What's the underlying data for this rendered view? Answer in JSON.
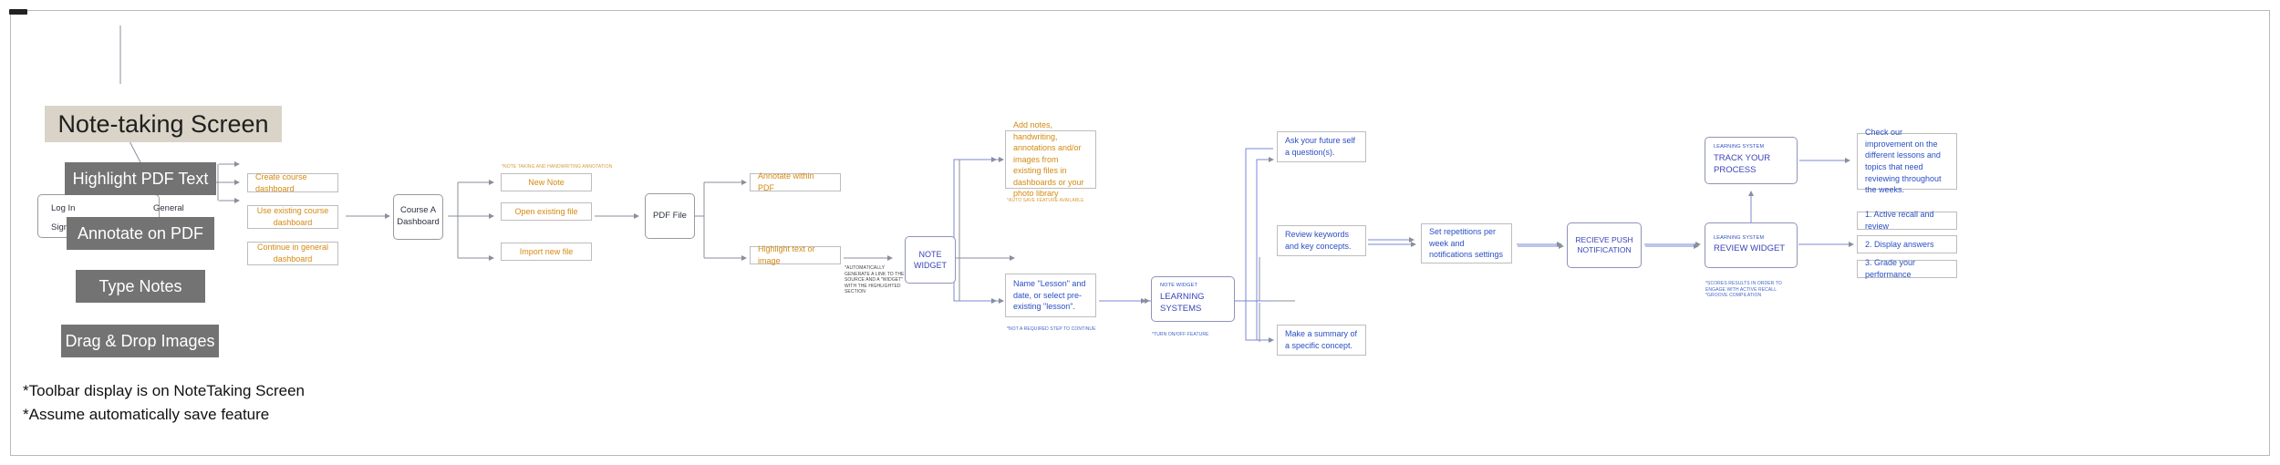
{
  "screen": {
    "title": "Note-taking Screen",
    "toolbar_tools": [
      "Highlight PDF Text",
      "Annotate on PDF",
      "Type Notes",
      "Drag & Drop Images"
    ],
    "notes": [
      "*Toolbar display is on NoteTaking Screen",
      "*Assume automatically save feature"
    ]
  },
  "start": {
    "login": "Log In",
    "signup": "Sign",
    "general": "General"
  },
  "dashboard_options": [
    "Create course dashboard",
    "Use existing course dashboard",
    "Continue in general dashboard"
  ],
  "course_dashboard": "Course A Dashboard",
  "note_hint": "*NOTE TAKING AND HANDWRITING ANNOTATION",
  "file_options": [
    "New Note",
    "Open existing file",
    "Import new file"
  ],
  "pdf_file": "PDF File",
  "pdf_actions": [
    "Annotate within PDF",
    "Highlight text or image"
  ],
  "highlight_hint": "*AUTOMATICALLY GENERATE A LINK TO THE SOURCE AND A \"WIDGET\" WITH THE HIGHLIGHTED SECTION",
  "note_widget": "NOTE WIDGET",
  "widget_add": "Add notes, handwriting, annotations and/or images from existing files in dashboards or your photo library",
  "widget_add_hint": "*AUTO SAVE FEATURE AVAILABLE",
  "widget_name": "Name \"Lesson\" and date, or select pre-existing \"lesson\".",
  "widget_name_hint": "*NOT A REQUIRED STEP TO CONTINUE",
  "learning_systems": {
    "sub": "NOTE WIDGET",
    "title": "LEARNING SYSTEMS",
    "hint": "*TURN ON/OFF FEATURE"
  },
  "learning_options": [
    "Ask your future self a question(s).",
    "Review keywords and key concepts.",
    "Make a summary of a specific concept."
  ],
  "repetitions": "Set repetitions per week and notifications settings",
  "push": "RECIEVE PUSH NOTIFICATION",
  "review_widget": {
    "sub": "LEARNING SYSTEM",
    "title": "REVIEW WIDGET",
    "hint": "*SCORES RESULTS IN ORDER TO ENGAGE WITH ACTIVE RECALL *GROOVE COMPILATION"
  },
  "track": {
    "sub": "LEARNING SYSTEM",
    "title": "TRACK YOUR PROCESS"
  },
  "track_result": "Check our improvement on the different lessons and topics that need reviewing throughout the weeks.",
  "review_steps": [
    "1. Active recall and review",
    "2. Display answers",
    "3. Grade your performance"
  ]
}
